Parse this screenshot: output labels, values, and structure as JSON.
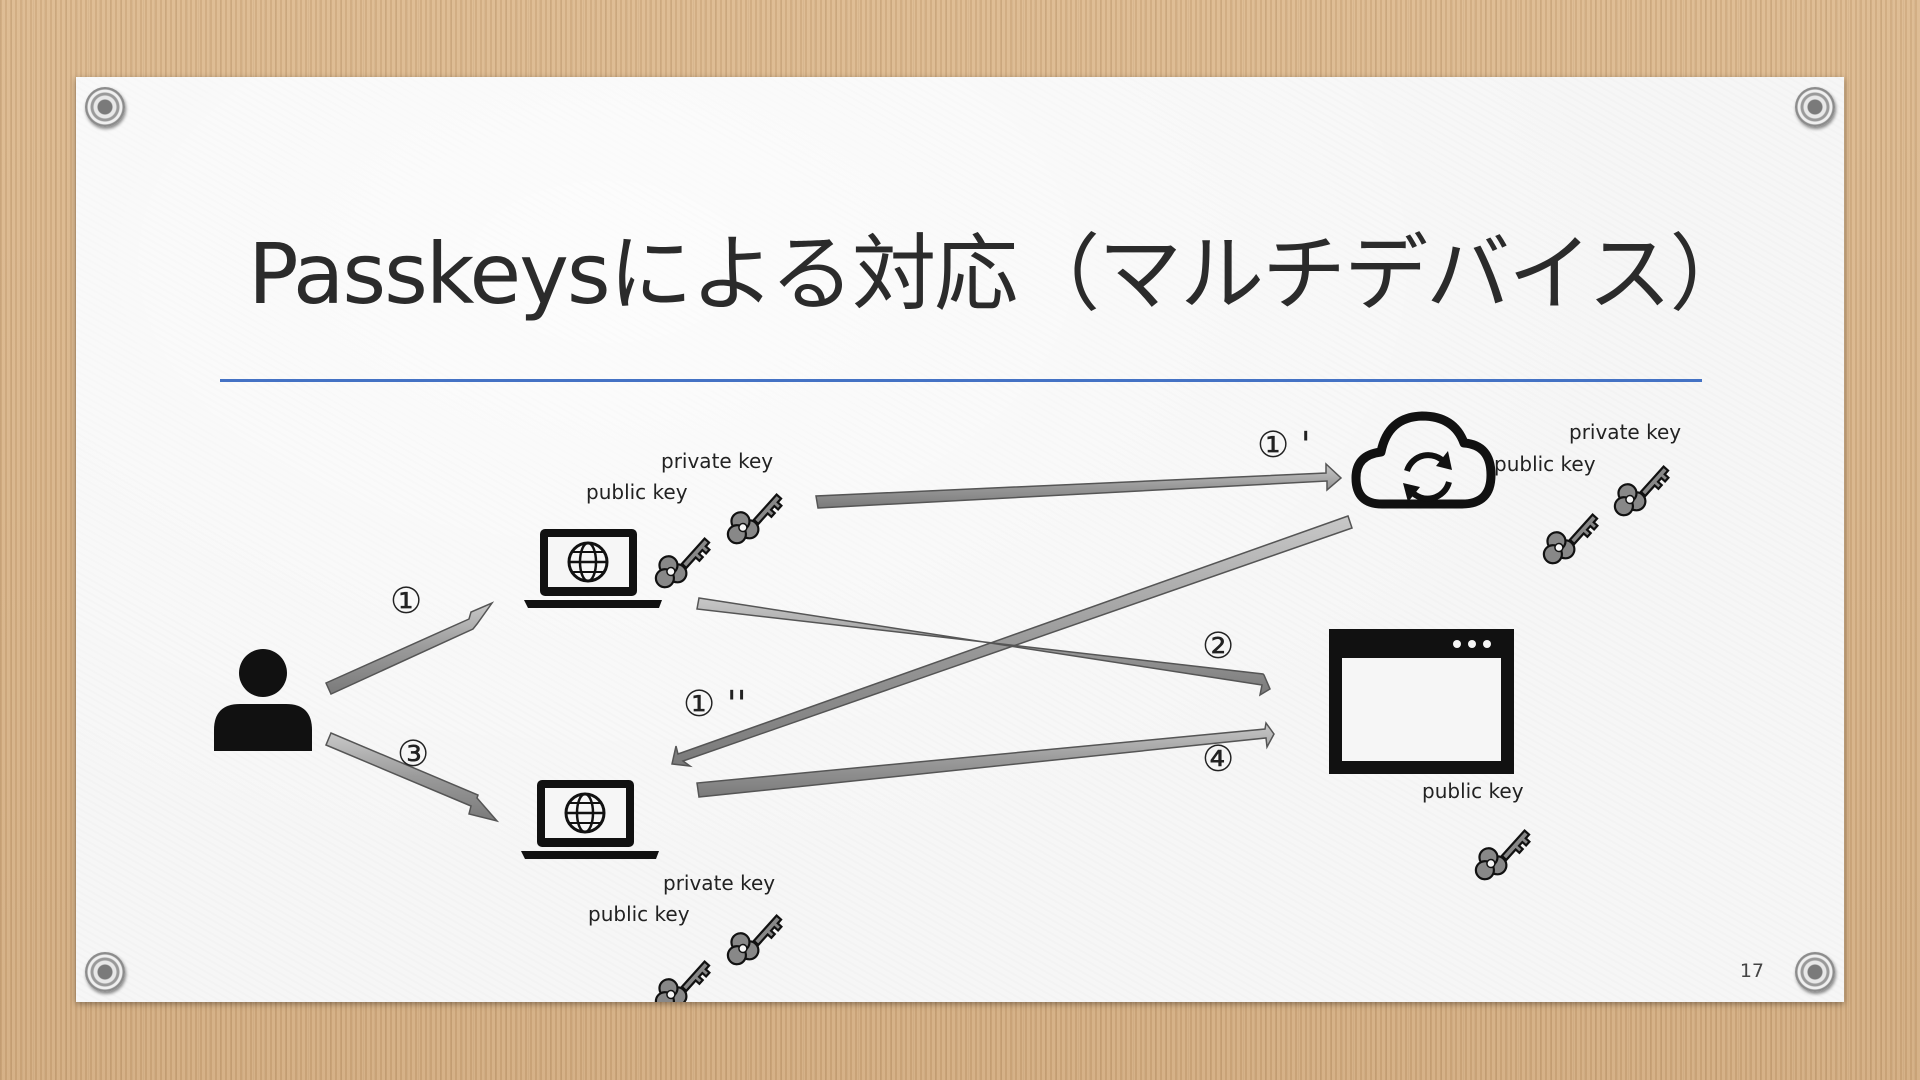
{
  "slide": {
    "title": "Passkeysによる対応（マルチデバイス）",
    "page_number": "17"
  },
  "colors": {
    "accent_line": "#4472c4",
    "arrow_fill": "#9a9a9a",
    "icon": "#111111",
    "text": "#2b2b2b"
  },
  "diagram": {
    "laptop_top": {
      "icon": "laptop-globe-icon",
      "private_key_label": "private key",
      "public_key_label": "public key"
    },
    "laptop_bottom": {
      "icon": "laptop-globe-icon",
      "private_key_label": "private key",
      "public_key_label": "public key"
    },
    "cloud": {
      "icon": "cloud-sync-icon",
      "private_key_label": "private key",
      "public_key_label": "public key"
    },
    "server": {
      "icon": "browser-window-icon",
      "public_key_label": "public key"
    },
    "user": {
      "icon": "user-icon"
    },
    "steps": {
      "step1": "①",
      "step1_prime": "① '",
      "step1_double_prime": "① ''",
      "step2": "②",
      "step3": "③",
      "step4": "④"
    }
  }
}
